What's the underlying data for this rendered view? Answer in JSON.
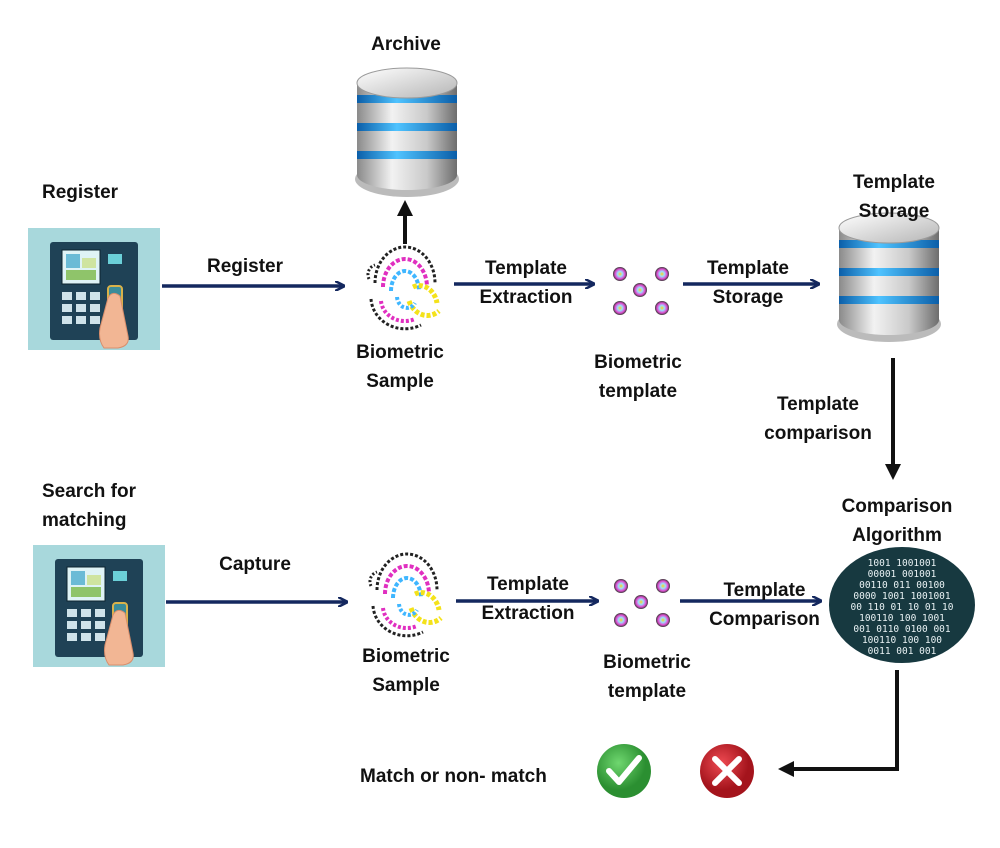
{
  "labels": {
    "archive": "Archive",
    "register_heading": "Register",
    "register_arrow": "Register",
    "extraction_1_line1": "Template",
    "extraction_1_line2": "Extraction",
    "storage_arrow_line1": "Template",
    "storage_arrow_line2": "Storage",
    "storage_heading_line1": "Template",
    "storage_heading_line2": "Storage",
    "sample_1_line1": "Biometric",
    "sample_1_line2": "Sample",
    "template_1_line1": "Biometric",
    "template_1_line2": "template",
    "comparison_arrow_line1": "Template",
    "comparison_arrow_line2": "comparison",
    "search_heading_line1": "Search for",
    "search_heading_line2": "matching",
    "algorithm_line1": "Comparison",
    "algorithm_line2": "Algorithm",
    "capture_arrow": "Capture",
    "extraction_2_line1": "Template",
    "extraction_2_line2": "Extraction",
    "comparison2_line1": "Template",
    "comparison2_line2": "Comparison",
    "sample_2_line1": "Biometric",
    "sample_2_line2": "Sample",
    "template_2_line1": "Biometric",
    "template_2_line2": "template",
    "match_result": "Match or non- match"
  },
  "binary_rows": [
    "1001 1001001",
    "00001 001001",
    "00110 011 00100",
    "0000 1001 1001001",
    "00 110 01 10 01 10",
    "100110 100 1001",
    "001 0110 0100 001",
    "100110 100 100",
    "0011 001 001"
  ],
  "icon_names": [
    "database-icon",
    "fingerprint-icon",
    "template-dots-icon",
    "biometric-terminal-icon",
    "binary-code-icon",
    "check-icon",
    "cross-icon"
  ],
  "colors": {
    "arrow": "#14285f",
    "arrow_black": "#111111",
    "db_blue": "#1e8fe0",
    "terminal_bg": "#a8d8dc",
    "check": "#3aa83f",
    "cross": "#cc1f2a"
  }
}
